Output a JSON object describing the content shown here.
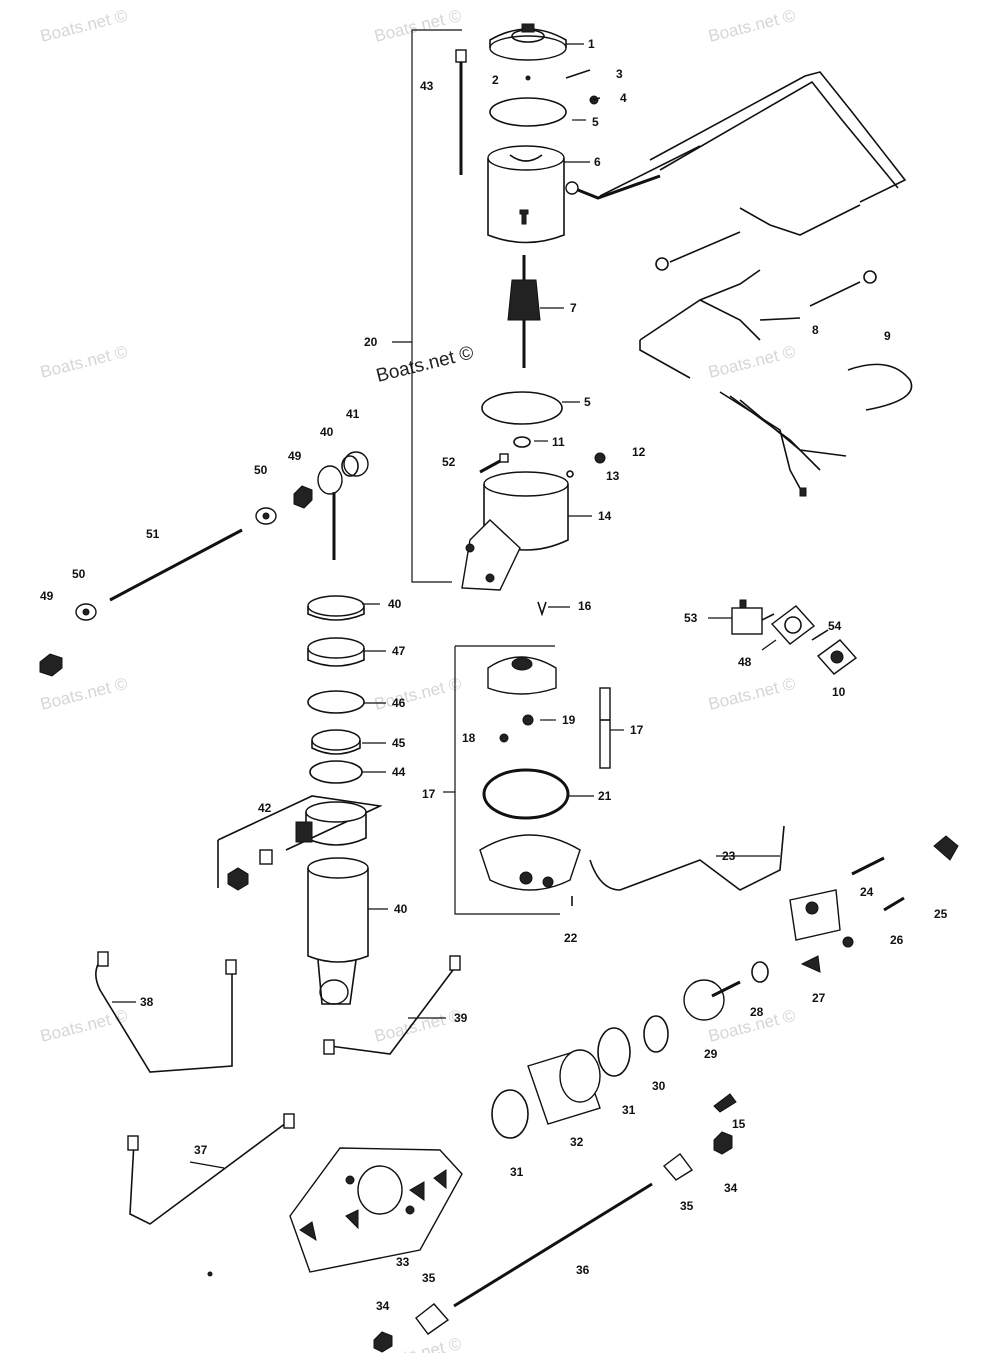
{
  "watermarks": [
    {
      "id": "wm-1",
      "text": "Boats.net ©"
    },
    {
      "id": "wm-2",
      "text": "Boats.net ©"
    },
    {
      "id": "wm-3",
      "text": "Boats.net ©"
    },
    {
      "id": "wm-4",
      "text": "Boats.net ©"
    },
    {
      "id": "wm-5",
      "text": "Boats.net ©"
    },
    {
      "id": "wm-6",
      "text": "Boats.net ©"
    },
    {
      "id": "wm-7",
      "text": "Boats.net ©"
    },
    {
      "id": "wm-8",
      "text": "Boats.net ©"
    },
    {
      "id": "wm-9",
      "text": "Boats.net ©"
    },
    {
      "id": "wm-10",
      "text": "Boats.net ©"
    },
    {
      "id": "wm-11",
      "text": "Boats.net ©"
    },
    {
      "id": "wm-12",
      "text": "Boats.net ©"
    }
  ],
  "center_watermark": "Boats.net ©",
  "labels": {
    "l1": "1",
    "l2": "2",
    "l3": "3",
    "l4": "4",
    "l5a": "5",
    "l6": "6",
    "l7": "7",
    "l8": "8",
    "l9": "9",
    "l10": "10",
    "l11": "11",
    "l12": "12",
    "l13": "13",
    "l14": "14",
    "l5b": "5",
    "l15": "15",
    "l16": "16",
    "l17a": "17",
    "l17b": "17",
    "l18": "18",
    "l19": "19",
    "l20": "20",
    "l21": "21",
    "l22": "22",
    "l23": "23",
    "l24": "24",
    "l25": "25",
    "l26": "26",
    "l27": "27",
    "l28": "28",
    "l29": "29",
    "l30": "30",
    "l31a": "31",
    "l31b": "31",
    "l32": "32",
    "l33": "33",
    "l34a": "34",
    "l34b": "34",
    "l35a": "35",
    "l35b": "35",
    "l36": "36",
    "l37": "37",
    "l38": "38",
    "l39": "39",
    "l40a": "40",
    "l40b": "40",
    "l40c": "40",
    "l41": "41",
    "l42": "42",
    "l43": "43",
    "l44": "44",
    "l45": "45",
    "l46": "46",
    "l47": "47",
    "l48": "48",
    "l49a": "49",
    "l49b": "49",
    "l50a": "50",
    "l50b": "50",
    "l51": "51",
    "l52": "52",
    "l53": "53",
    "l54": "54"
  }
}
